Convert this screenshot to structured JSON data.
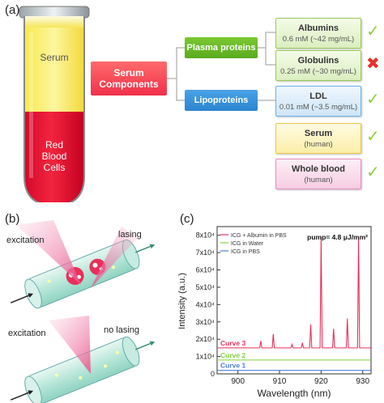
{
  "panel_a": {
    "label": "(a)",
    "tube": {
      "serum_label": "Serum",
      "rbc_lines": [
        "Red",
        "Blood",
        "Cells"
      ]
    },
    "serum_components_lines": [
      "Serum",
      "Components"
    ],
    "plasma_proteins": "Plasma proteins",
    "lipoproteins": "Lipoproteins",
    "boxes": [
      {
        "title": "Albumins",
        "sub": "0.6 mM  (~42 mg/mL)",
        "result": "check"
      },
      {
        "title": "Globulins",
        "sub": "0.25 mM  (~30 mg/mL)",
        "result": "cross"
      },
      {
        "title": "LDL",
        "sub": "0.01 mM  (~3.5 mg/mL)",
        "result": "check"
      },
      {
        "title": "Serum",
        "sub": "(human)",
        "result": "check"
      },
      {
        "title": "Whole blood",
        "sub": "(human)",
        "result": "check"
      }
    ],
    "check_symbol": "✓",
    "cross_symbol": "✖"
  },
  "panel_b": {
    "label": "(b)",
    "top_left": "excitation",
    "top_right": "lasing",
    "bottom_left": "excitation",
    "bottom_right": "no lasing"
  },
  "panel_c": {
    "label": "(c)"
  },
  "chart_data": {
    "type": "line",
    "xlabel": "Wavelength (nm)",
    "ylabel": "Intensity (a.u.)",
    "xlim": [
      895,
      932
    ],
    "ylim": [
      0,
      85000
    ],
    "xticks": [
      "900",
      "910",
      "920",
      "930"
    ],
    "yticks": [
      "0",
      "1x10⁴",
      "2x10⁴",
      "3x10⁴",
      "4x10⁴",
      "5x10⁴",
      "6x10⁴",
      "7x10⁴",
      "8x10⁴"
    ],
    "annotation": "pump= 4.8 μJ/mm²",
    "legend_position": "top-left",
    "series": [
      {
        "name": "ICG + Albumin in PBS",
        "color": "#e8305a",
        "curve_label": "Curve 3",
        "baseline": 15000,
        "peaks": [
          [
            905.5,
            19000
          ],
          [
            908.5,
            23000
          ],
          [
            913,
            17000
          ],
          [
            915.5,
            18000
          ],
          [
            917.5,
            28500
          ],
          [
            920,
            79000
          ],
          [
            923,
            26000
          ],
          [
            926.3,
            32000
          ],
          [
            929,
            79000
          ]
        ]
      },
      {
        "name": "ICG in Water",
        "color": "#7fd43a",
        "curve_label": "Curve 2",
        "baseline": 8000,
        "peaks": []
      },
      {
        "name": "ICG in PBS",
        "color": "#4a7fd6",
        "curve_label": "Curve 1",
        "baseline": 2000,
        "peaks": []
      }
    ]
  }
}
